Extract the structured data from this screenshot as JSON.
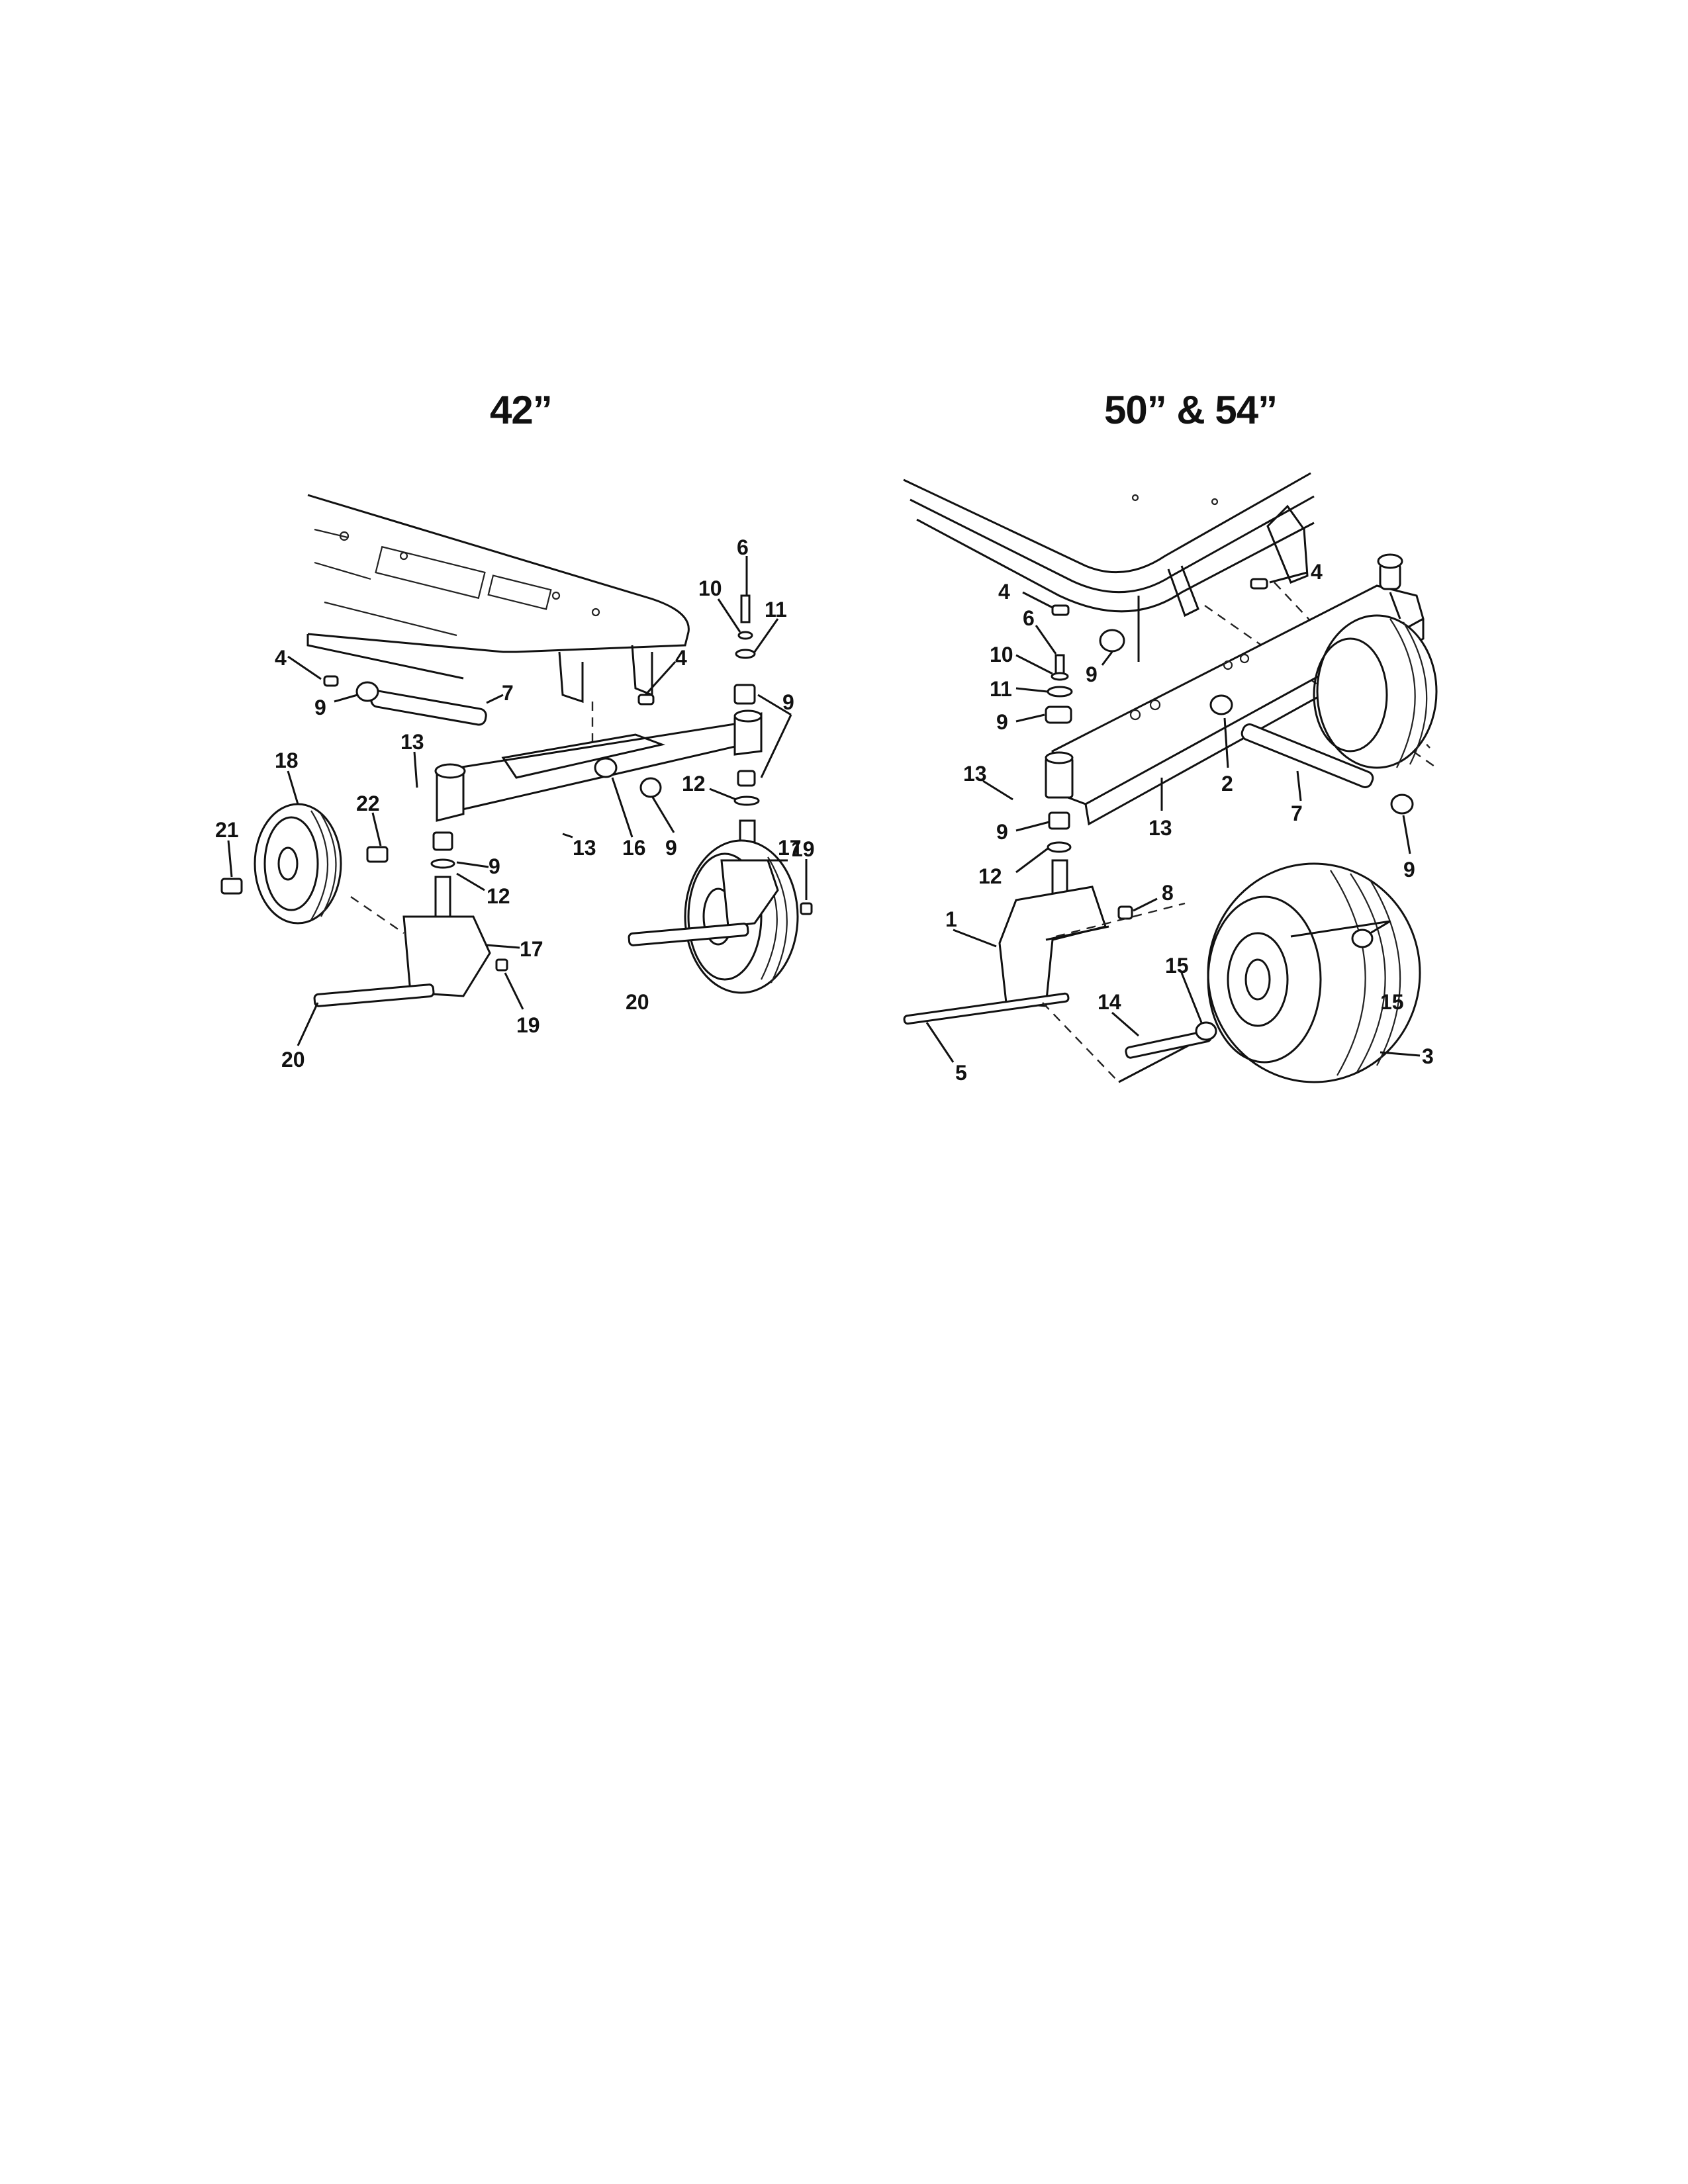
{
  "headings": {
    "left": "42”",
    "right": "50” & 54”"
  },
  "callouts_42": [
    {
      "id": "c42-6",
      "text": "6"
    },
    {
      "id": "c42-10",
      "text": "10"
    },
    {
      "id": "c42-11",
      "text": "11"
    },
    {
      "id": "c42-4a",
      "text": "4"
    },
    {
      "id": "c42-9a",
      "text": "9"
    },
    {
      "id": "c42-7",
      "text": "7"
    },
    {
      "id": "c42-4b",
      "text": "4"
    },
    {
      "id": "c42-9b",
      "text": "9"
    },
    {
      "id": "c42-18",
      "text": "18"
    },
    {
      "id": "c42-13a",
      "text": "13"
    },
    {
      "id": "c42-22",
      "text": "22"
    },
    {
      "id": "c42-21",
      "text": "21"
    },
    {
      "id": "c42-9c",
      "text": "9"
    },
    {
      "id": "c42-12a",
      "text": "12"
    },
    {
      "id": "c42-13b",
      "text": "13"
    },
    {
      "id": "c42-16",
      "text": "16"
    },
    {
      "id": "c42-9d",
      "text": "9"
    },
    {
      "id": "c42-12b",
      "text": "12"
    },
    {
      "id": "c42-17a",
      "text": "17"
    },
    {
      "id": "c42-19a",
      "text": "19"
    },
    {
      "id": "c42-17b",
      "text": "17"
    },
    {
      "id": "c42-20a",
      "text": "20"
    },
    {
      "id": "c42-19b",
      "text": "19"
    },
    {
      "id": "c42-20b",
      "text": "20"
    }
  ],
  "callouts_50": [
    {
      "id": "c50-4a",
      "text": "4"
    },
    {
      "id": "c50-4b",
      "text": "4"
    },
    {
      "id": "c50-6",
      "text": "6"
    },
    {
      "id": "c50-9a",
      "text": "9"
    },
    {
      "id": "c50-10",
      "text": "10"
    },
    {
      "id": "c50-11",
      "text": "11"
    },
    {
      "id": "c50-9b",
      "text": "9"
    },
    {
      "id": "c50-13a",
      "text": "13"
    },
    {
      "id": "c50-2",
      "text": "2"
    },
    {
      "id": "c50-7",
      "text": "7"
    },
    {
      "id": "c50-9c",
      "text": "9"
    },
    {
      "id": "c50-13b",
      "text": "13"
    },
    {
      "id": "c50-9d",
      "text": "9"
    },
    {
      "id": "c50-12",
      "text": "12"
    },
    {
      "id": "c50-8",
      "text": "8"
    },
    {
      "id": "c50-1",
      "text": "1"
    },
    {
      "id": "c50-15a",
      "text": "15"
    },
    {
      "id": "c50-15b",
      "text": "15"
    },
    {
      "id": "c50-14",
      "text": "14"
    },
    {
      "id": "c50-3",
      "text": "3"
    },
    {
      "id": "c50-5",
      "text": "5"
    }
  ]
}
